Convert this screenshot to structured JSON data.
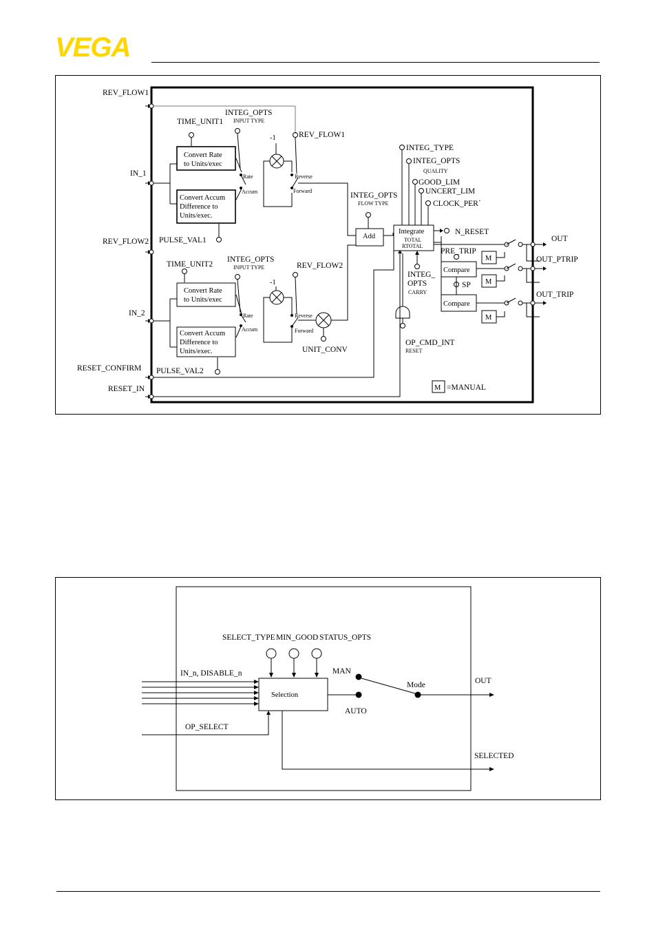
{
  "header": {
    "logo_text": "VEGA",
    "brand_color": "#ffd600"
  },
  "diagram1": {
    "inputs": {
      "rev_flow1": "REV_FLOW1",
      "in_1": "IN_1",
      "rev_flow2": "REV_FLOW2",
      "in_2": "IN_2",
      "reset_confirm": "RESET_CONFIRM",
      "reset_in": "RESET_IN"
    },
    "params": {
      "time_unit1": "TIME_UNIT1",
      "time_unit2": "TIME_UNIT2",
      "integ_opts": "INTEG_OPTS",
      "input_type": "INPUT TYPE",
      "rev_flow1": "REV_FLOW1",
      "rev_flow2": "REV_FLOW2",
      "minus_one": "-1",
      "pulse_val1": "PULSE_VAL1",
      "pulse_val2": "PULSE_VAL2",
      "unit_conv": "UNIT_CONV",
      "flow_type": "FLOW TYPE",
      "integ_type": "INTEG_TYPE",
      "quality": "QUALITY",
      "good_lim": "GOOD_LIM",
      "uncert_lim": "UNCERT_LIM",
      "clock_per": "CLOCK_PER´",
      "n_reset": "N_RESET",
      "pre_trip": "PRE_TRIP",
      "sp": "SP",
      "integ_opts_split": "INTEG_",
      "opts": "OPTS",
      "carry": "CARRY",
      "op_cmd_int": "OP_CMD_INT",
      "reset": "RESET"
    },
    "blocks": {
      "convert_rate_l1": "Convert Rate",
      "convert_rate_l2": "to Units/exec",
      "convert_accum_l1": "Convert Accum",
      "convert_accum_l2": "Difference to",
      "convert_accum_l3": "Units/exec.",
      "add": "Add",
      "integrate": "Integrate",
      "total": "TOTAL",
      "rtotal": "RTOTAL",
      "compare": "Compare",
      "manual_box": "M"
    },
    "switch_labels": {
      "rate": "Rate",
      "accum": "Accum",
      "reverse": "Reverse",
      "forward": "Forward"
    },
    "outputs": {
      "out": "OUT",
      "out_ptrip": "OUT_PTRIP",
      "out_trip": "OUT_TRIP"
    },
    "legend": {
      "box": "M",
      "text": "=MANUAL"
    }
  },
  "diagram2": {
    "params": {
      "select_type": "SELECT_TYPE",
      "min_good": "MIN_GOOD",
      "status_opts": "STATUS_OPTS"
    },
    "inputs_label": "IN_n, DISABLE_n",
    "op_select": "OP_SELECT",
    "selection": "Selection",
    "man": "MAN",
    "auto": "AUTO",
    "mode": "Mode",
    "out": "OUT",
    "selected": "SELECTED"
  }
}
